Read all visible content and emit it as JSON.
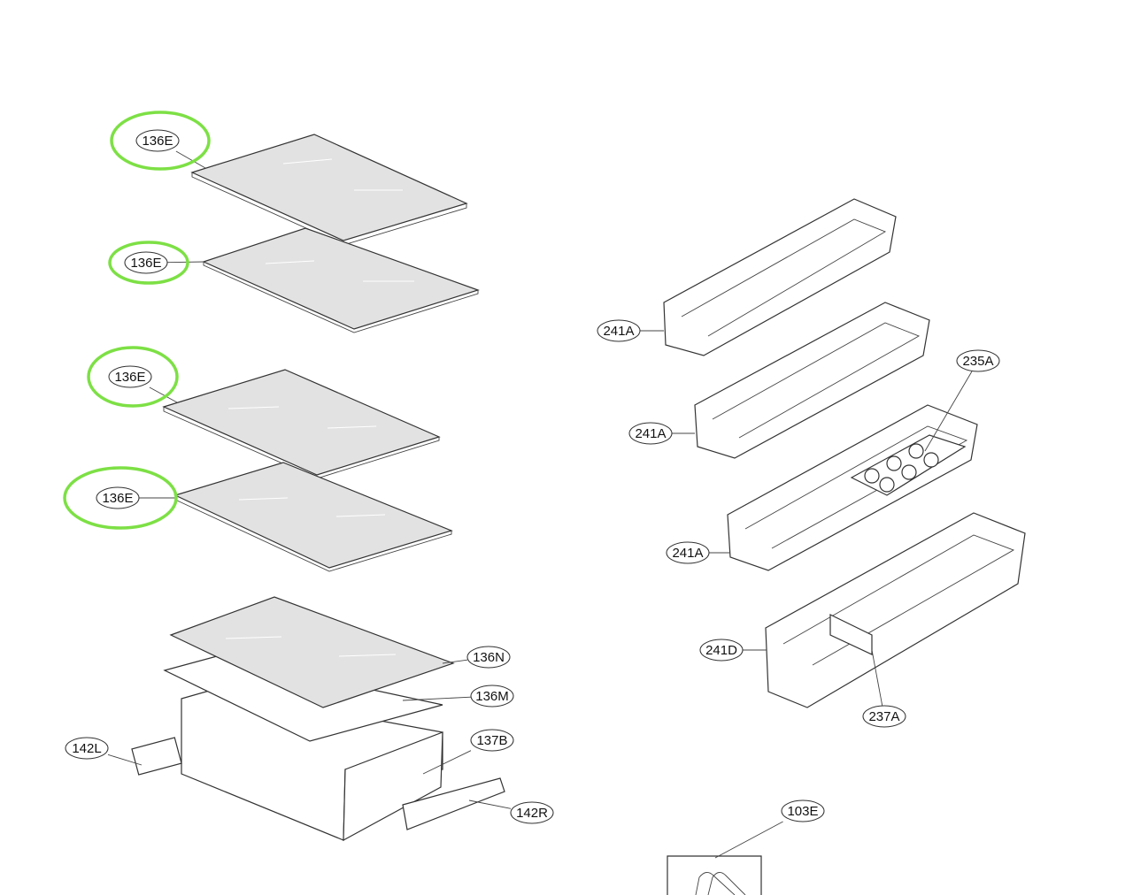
{
  "diagram": {
    "labels": [
      {
        "id": "shelf-1",
        "text": "136E",
        "highlighted": true
      },
      {
        "id": "shelf-2",
        "text": "136E",
        "highlighted": true
      },
      {
        "id": "shelf-3",
        "text": "136E",
        "highlighted": true
      },
      {
        "id": "shelf-4",
        "text": "136E",
        "highlighted": true
      },
      {
        "id": "crisper-cover-glass",
        "text": "136N",
        "highlighted": false
      },
      {
        "id": "crisper-cover-frame",
        "text": "136M",
        "highlighted": false
      },
      {
        "id": "crisper-drawer",
        "text": "137B",
        "highlighted": false
      },
      {
        "id": "rail-left",
        "text": "142L",
        "highlighted": false
      },
      {
        "id": "rail-right",
        "text": "142R",
        "highlighted": false
      },
      {
        "id": "door-bin-1",
        "text": "241A",
        "highlighted": false
      },
      {
        "id": "door-bin-2",
        "text": "241A",
        "highlighted": false
      },
      {
        "id": "door-bin-3",
        "text": "241A",
        "highlighted": false
      },
      {
        "id": "egg-tray",
        "text": "235A",
        "highlighted": false
      },
      {
        "id": "door-bin-4",
        "text": "241D",
        "highlighted": false
      },
      {
        "id": "divider",
        "text": "237A",
        "highlighted": false
      },
      {
        "id": "item-103e",
        "text": "103E",
        "highlighted": false
      }
    ],
    "highlight_color": "#7de045"
  }
}
